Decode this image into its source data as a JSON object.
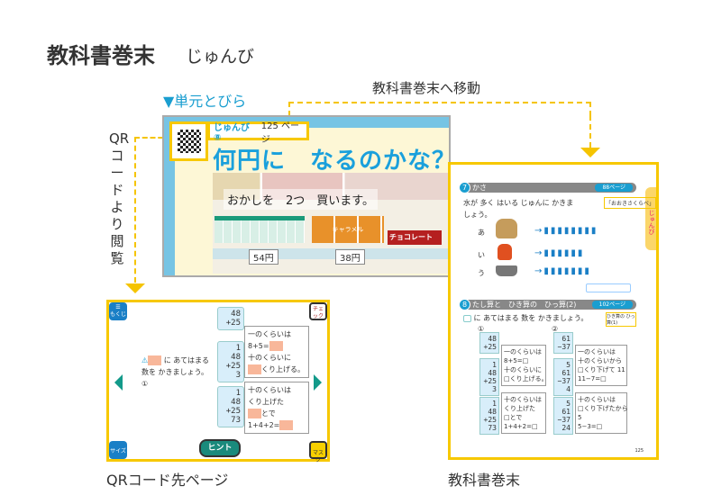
{
  "header": {
    "title": "教科書巻末",
    "subtitle": "じゅんび"
  },
  "labels": {
    "unit_cover": "▼単元とびら",
    "move_to_back": "教科書巻末へ移動",
    "qr_view": "QRコードより閲覧",
    "qr_page_caption": "QRコード先ページ",
    "back_caption": "教科書巻末"
  },
  "colors": {
    "accent_yellow": "#f7c800",
    "accent_blue": "#1a9ed0"
  },
  "unit_page": {
    "tag": "じゅんび⑧",
    "page": "125 ページ",
    "title": "何円に　なるのかな？",
    "instruction": "おかしを　2つ　買います。",
    "goods": [
      "キャラメル",
      "チョコレート"
    ],
    "prices": [
      "54円",
      "38円"
    ]
  },
  "back_page": {
    "side_tab": "じゅんび",
    "sections": [
      {
        "num": "7",
        "title": "かさ",
        "page": "88ページ",
        "question": "水が 多く はいる じゅんに かきましょう。",
        "ref": "「おおきさくらべ」",
        "rows": [
          {
            "mark": "あ",
            "cups": 8
          },
          {
            "mark": "い",
            "cups": 6
          },
          {
            "mark": "う",
            "cups": 7
          }
        ]
      },
      {
        "num": "8",
        "title": "たし算と　ひき算の　ひっ算(2)",
        "page": "102ページ",
        "question": "に あてはまる 数を かきましょう。",
        "ref": "ひき算の ひっ算(1)",
        "problems": [
          {
            "mark": "①",
            "calc": [
              "48\n+25",
              "1\n48\n+25\n3",
              "1\n48\n+25\n73"
            ],
            "steps": [
              "一のくらいは\n8+5=□\n十のくらいに\n□くり上げる。",
              "十のくらいは\nくり上げた\n□とで\n1+4+2=□"
            ]
          },
          {
            "mark": "②",
            "calc": [
              "61\n−37",
              "5\n61\n−37\n4",
              "5\n61\n−37\n24"
            ],
            "steps": [
              "一のくらいは\n十のくらいから\n□くり下げて 11\n11−7=□",
              "十のくらいは\n□くり下げたから\n5\n5−3=□"
            ]
          }
        ]
      }
    ],
    "page_number": "125"
  },
  "qr_page": {
    "question": "に あてはまる 数を かきましょう。",
    "mark": "①",
    "calc": [
      "48\n+25",
      "1\n48\n+25\n3",
      "1\n48\n+25\n73"
    ],
    "step1": [
      "一のくらいは",
      "8+5=",
      "十のくらいに",
      "くり上げる。"
    ],
    "step2": [
      "十のくらいは",
      "くり上げた",
      "とで",
      "1+4+2="
    ],
    "buttons": {
      "menu": "もくじ",
      "check": "チェック",
      "size": "サイズ",
      "mask": "マスク",
      "hint": "ヒント"
    }
  }
}
